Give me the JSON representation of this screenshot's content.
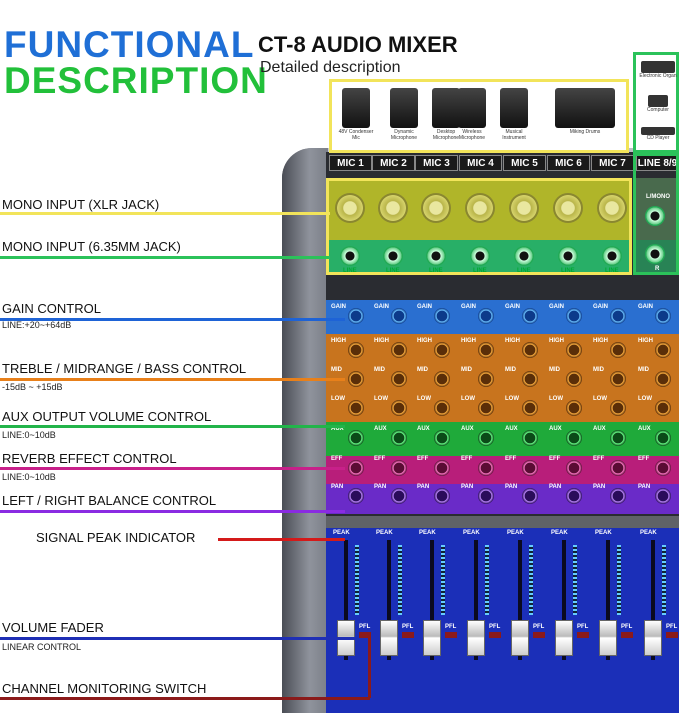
{
  "header": {
    "line1": "FUNCTIONAL",
    "line2": "DESCRIPTION",
    "title": "CT-8 AUDIO MIXER",
    "subtitle": "Detailed description"
  },
  "instruments": [
    {
      "label": "48V Condenser Mic"
    },
    {
      "label": "Dynamic Microphone"
    },
    {
      "label": "Desktop Microphone"
    },
    {
      "label": "Wireless Microphone"
    },
    {
      "label": "Musical Instrument"
    },
    {
      "label": "Miking Drums"
    }
  ],
  "side_instruments": [
    {
      "label": "Electronic Organ"
    },
    {
      "label": "Computer"
    },
    {
      "label": "CD Player"
    }
  ],
  "channels": [
    "MIC 1",
    "MIC 2",
    "MIC 3",
    "MIC 4",
    "MIC 5",
    "MIC 6",
    "MIC 7"
  ],
  "stereo_channel": "LINE 8/9",
  "panel_text": {
    "line": "LINE",
    "l_mono": "L/MONO",
    "r": "R",
    "gain": "GAIN",
    "high": "HIGH",
    "mid": "MID",
    "low": "LOW",
    "aux": "AUX",
    "eff": "EFF",
    "pan": "PAN",
    "peak": "PEAK",
    "pfl": "PFL"
  },
  "callouts": [
    {
      "label": "MONO INPUT (XLR JACK)",
      "sub": "",
      "color": "#f2e45a"
    },
    {
      "label": "MONO INPUT (6.35MM JACK)",
      "sub": "",
      "color": "#2bc25a"
    },
    {
      "label": "GAIN CONTROL",
      "sub": "LINE:+20~+64dB",
      "color": "#1e63d6"
    },
    {
      "label": "TREBLE / MIDRANGE / BASS CONTROL",
      "sub": "-15dB ~ +15dB",
      "color": "#e8801a"
    },
    {
      "label": "AUX OUTPUT VOLUME CONTROL",
      "sub": "LINE:0~10dB",
      "color": "#22b44a"
    },
    {
      "label": "REVERB EFFECT CONTROL",
      "sub": "LINE:0~10dB",
      "color": "#c8208a"
    },
    {
      "label": "LEFT / RIGHT BALANCE CONTROL",
      "sub": "",
      "color": "#8a2be2"
    },
    {
      "label": "SIGNAL PEAK INDICATOR",
      "sub": "",
      "color": "#d41a1a"
    },
    {
      "label": "VOLUME FADER",
      "sub": "LINEAR CONTROL",
      "color": "#1f2fb5"
    },
    {
      "label": "CHANNEL MONITORING SWITCH",
      "sub": "",
      "color": "#8b1a1a"
    }
  ],
  "colors": {
    "functional": "#1f6fd6",
    "description": "#22c03a",
    "gain_band": "#2a6fd0",
    "eq_band": "#c8741e",
    "aux_band": "#1faa3a",
    "eff_band": "#b81e7a",
    "pan_band": "#6a2bc8",
    "fader_band": "#1b2fb8"
  }
}
